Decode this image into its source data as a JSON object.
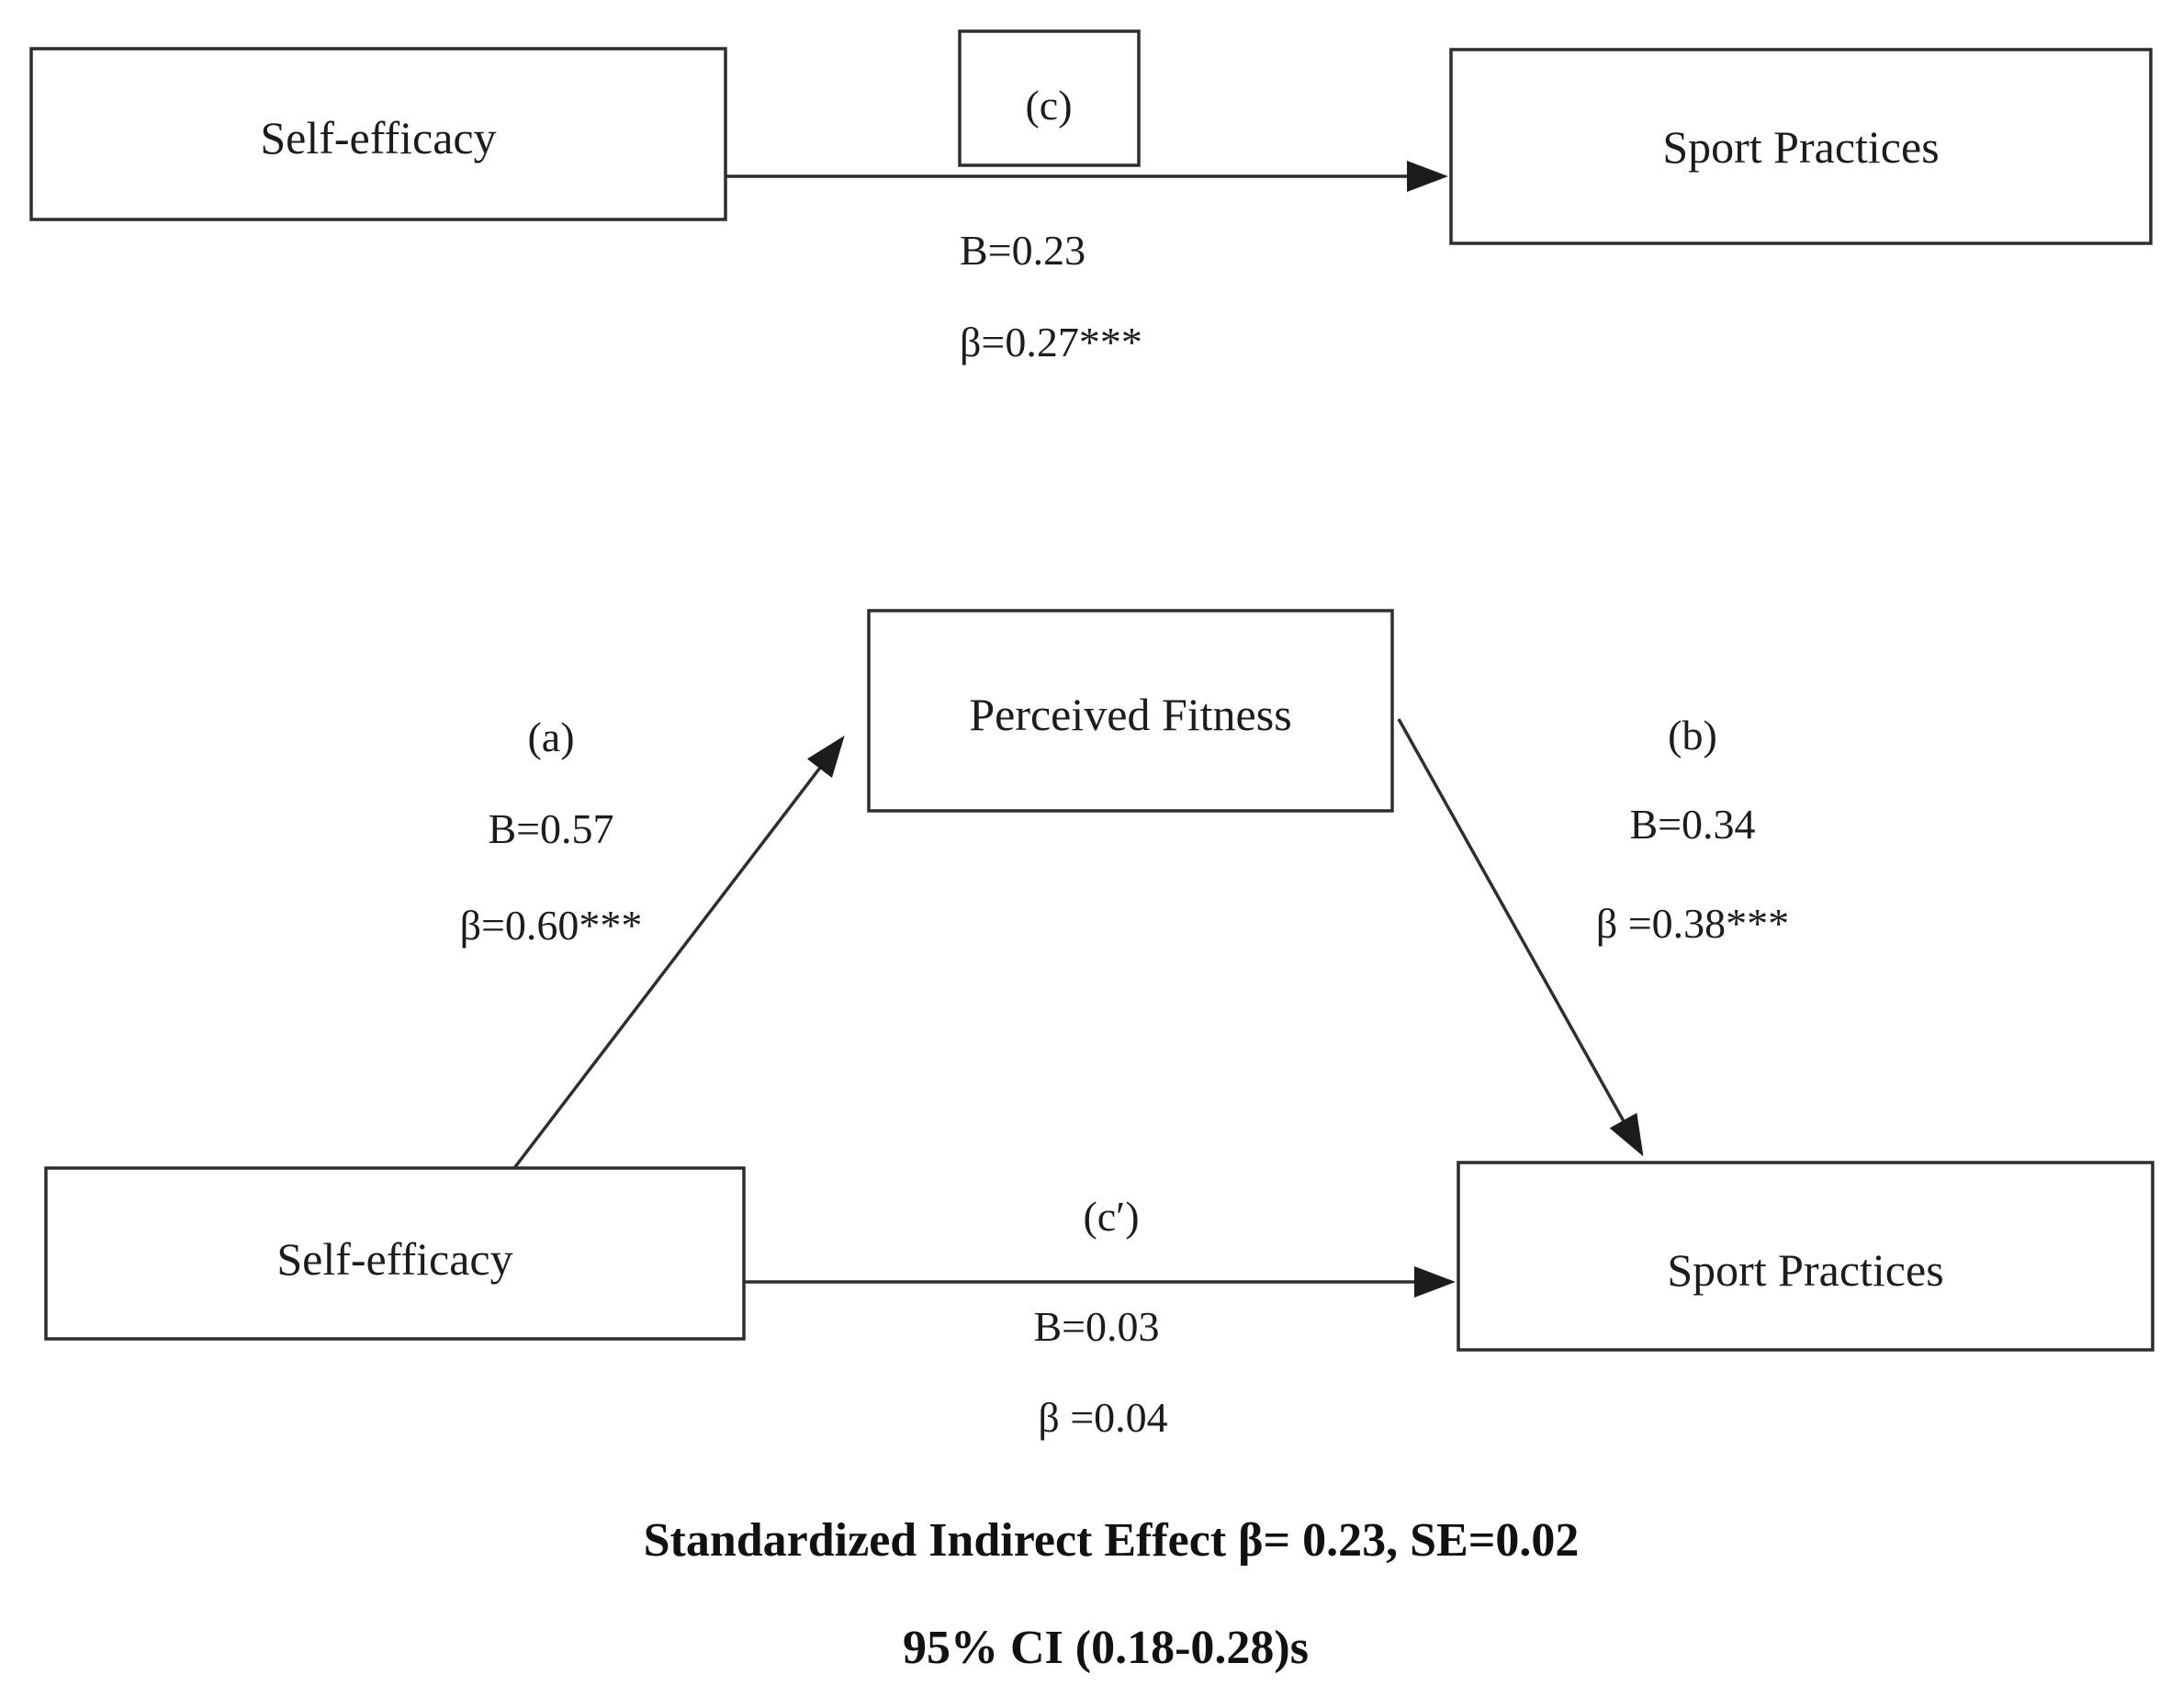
{
  "colors": {
    "background": "#ffffff",
    "ink": "#1c1c1c",
    "line": "#2e2e2e"
  },
  "top_model": {
    "predictor_box": "Self-efficacy",
    "outcome_box": "Sport Practices",
    "path_label": "(c)",
    "b_value": "B=0.23",
    "beta_value": "β=0.27***"
  },
  "mediation_model": {
    "mediator_box": "Perceived Fitness",
    "predictor_box": "Self-efficacy",
    "outcome_box": "Sport Practices",
    "path_a": {
      "label": "(a)",
      "b_value": "B=0.57",
      "beta_value": "β=0.60***"
    },
    "path_b": {
      "label": "(b)",
      "b_value": "B=0.34",
      "beta_value": "β =0.38***"
    },
    "path_c_prime": {
      "label": "(c′)",
      "b_value": "B=0.03",
      "beta_value": "β =0.04"
    }
  },
  "footer": {
    "indirect_effect": "Standardized Indirect Effect β= 0.23, SE=0.02",
    "confidence_interval": "95% CI (0.18-0.28)s"
  }
}
